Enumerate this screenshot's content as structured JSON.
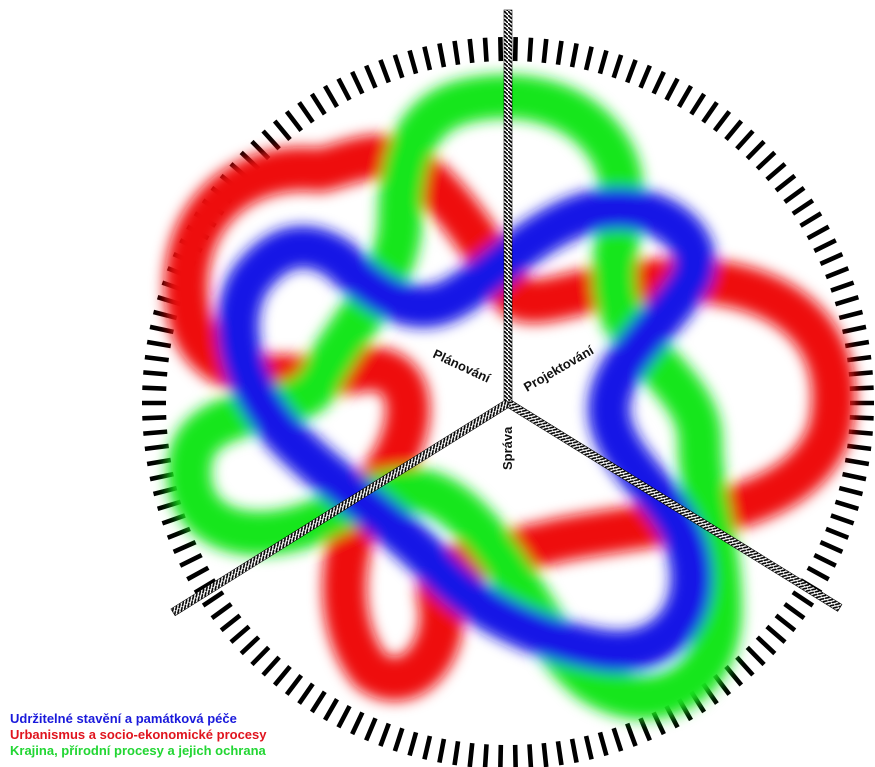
{
  "sectors": {
    "planning": "Plánování",
    "design": "Projektování",
    "administration": "Správa"
  },
  "legend": [
    {
      "label": "Udržitelné stavění a památková péče",
      "color": "#1a1adb"
    },
    {
      "label": "Urbanismus a socio-ekonomické procesy",
      "color": "#e0141e"
    },
    {
      "label": "Krajina, přírodní procesy a jejich ochrana",
      "color": "#22d633"
    }
  ],
  "colors": {
    "blue": "#1414e6",
    "red": "#ee1111",
    "green": "#14e61e",
    "ring": "#000000"
  }
}
